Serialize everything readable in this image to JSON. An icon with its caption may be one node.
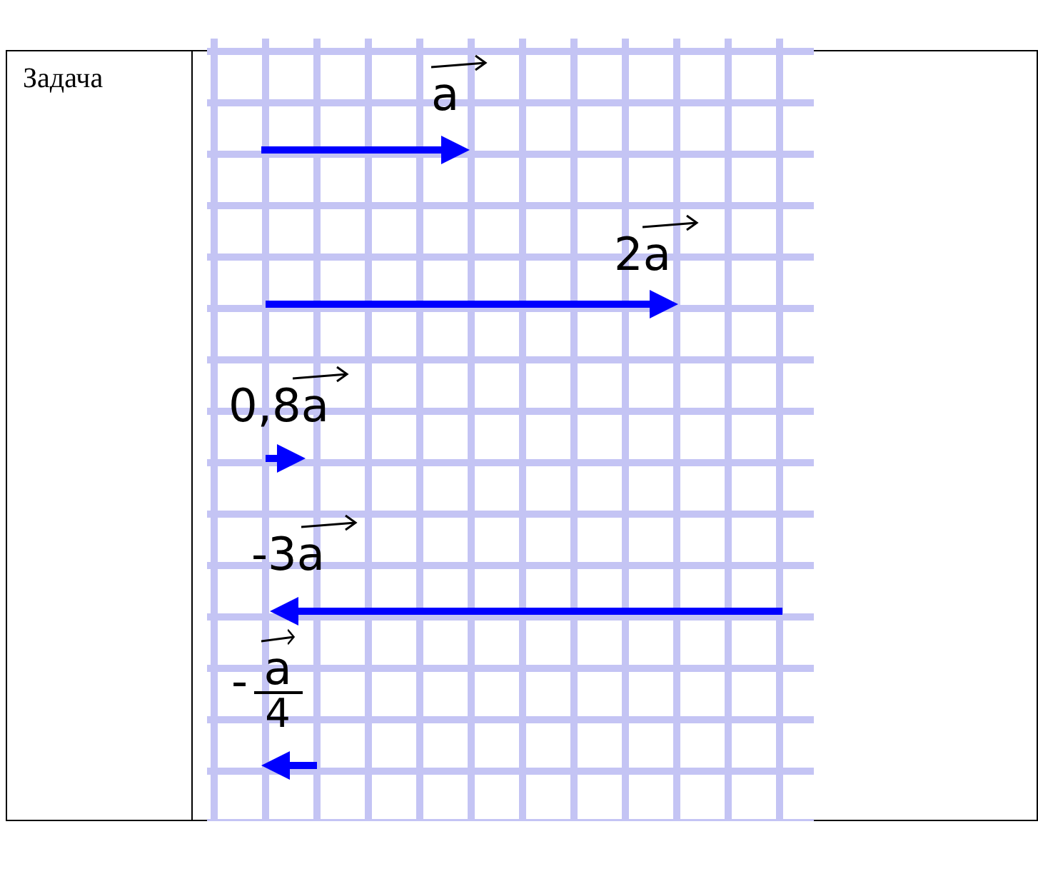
{
  "diagram": {
    "labels": [
      "Задача",
      "a",
      "2a",
      "0,8a",
      "-3a",
      "-",
      "a",
      "4"
    ]
  }
}
